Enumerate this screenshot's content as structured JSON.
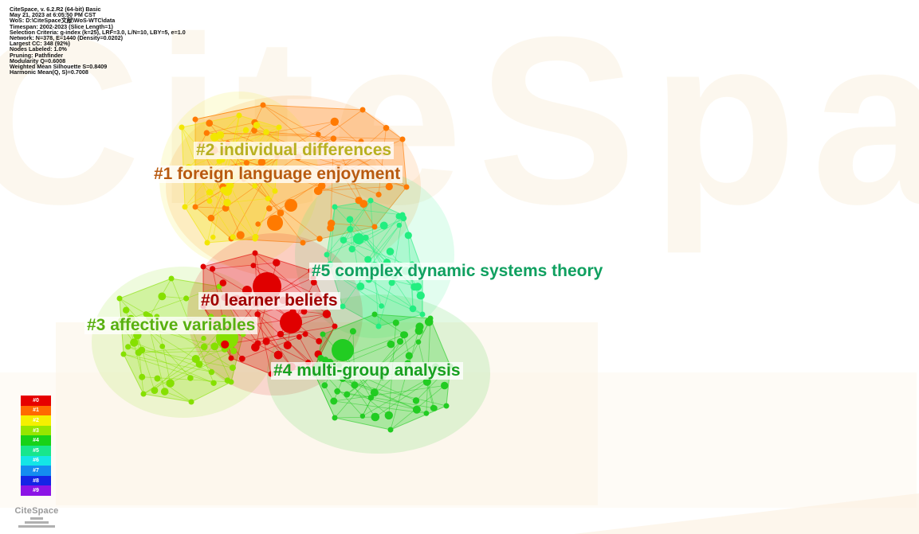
{
  "info": {
    "lines": [
      "CiteSpace, v. 6.2.R2 (64-bit) Basic",
      "May 21, 2023 at 6:05:50 PM CST",
      "WoS: D:\\CiteSpace文献\\WoS-WTC\\data",
      "Timespan: 2002-2023 (Slice Length=1)",
      "Selection Criteria: g-index (k=25), LRF=3.0, L/N=10, LBY=5, e=1.0",
      "Network: N=378, E=1440 (Density=0.0202)",
      "Largest CC: 348 (92%)",
      "Nodes Labeled: 1.0%",
      "Pruning: Pathfinder",
      "Modularity Q=0.6008",
      "Weighted Mean Silhouette S=0.8409",
      "Harmonic Mean(Q, S)=0.7008"
    ]
  },
  "watermark_text": "CiteSpace",
  "clusters": [
    {
      "id": "#0",
      "label": "#0 learner beliefs",
      "color": "#e00000",
      "label_color": "#a00000"
    },
    {
      "id": "#1",
      "label": "#1 foreign language enjoyment",
      "color": "#ff7a00",
      "label_color": "#b85a10"
    },
    {
      "id": "#2",
      "label": "#2 individual differences",
      "color": "#f2e600",
      "label_color": "#b8b020"
    },
    {
      "id": "#3",
      "label": "#3 affective variables",
      "color": "#86e000",
      "label_color": "#58b010"
    },
    {
      "id": "#4",
      "label": "#4 multi-group analysis",
      "color": "#22cc22",
      "label_color": "#18a020"
    },
    {
      "id": "#5",
      "label": "#5 complex dynamic systems theory",
      "color": "#22ee80",
      "label_color": "#10a060"
    }
  ],
  "legend": [
    {
      "label": "#0",
      "color": "#e60000"
    },
    {
      "label": "#1",
      "color": "#ff6a00"
    },
    {
      "label": "#2",
      "color": "#f5f000"
    },
    {
      "label": "#3",
      "color": "#96e600"
    },
    {
      "label": "#4",
      "color": "#18d218"
    },
    {
      "label": "#5",
      "color": "#18e68c"
    },
    {
      "label": "#6",
      "color": "#14e6e6"
    },
    {
      "label": "#7",
      "color": "#148cf0"
    },
    {
      "label": "#8",
      "color": "#1424e6"
    },
    {
      "label": "#9",
      "color": "#8c14e6"
    }
  ],
  "logo": {
    "text": "CiteSpace"
  }
}
